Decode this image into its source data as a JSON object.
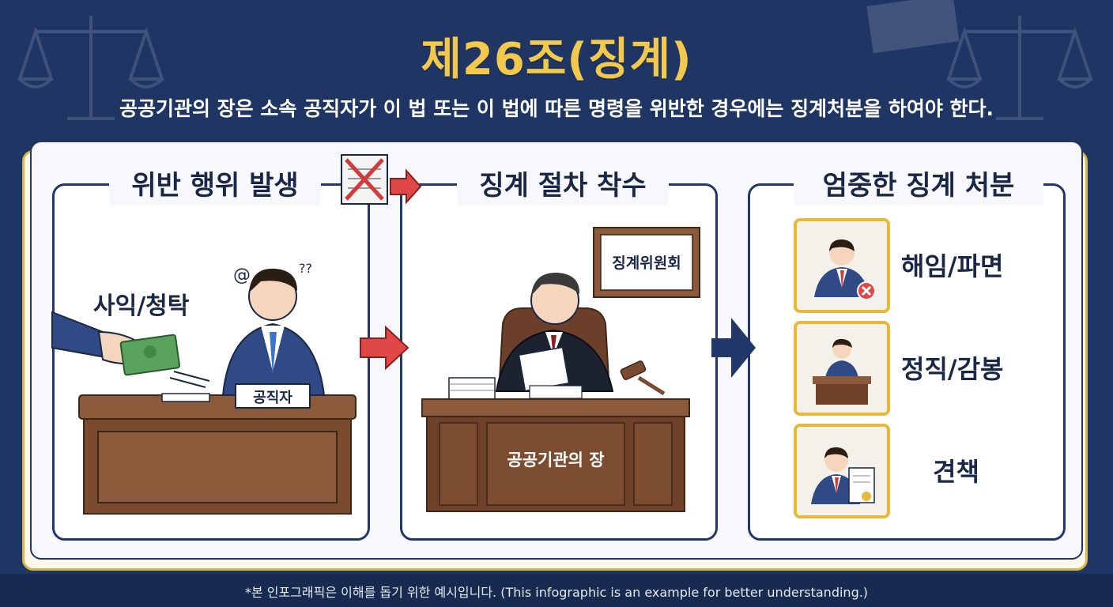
{
  "title": "제26조(징계)",
  "subtitle": "공공기관의 장은 소속  공직자가 이 법 또는 이 법에 따른 명령을 위반한 경우에는 징계처분을 하여야 한다.",
  "panels": [
    {
      "title": "위반 행위 발생",
      "labels": {
        "bribe": "사익/청탁",
        "nameplate": "공직자"
      }
    },
    {
      "title": "징계 절차 착수",
      "labels": {
        "committee": "징계위원회",
        "desk": "공공기관의 장"
      }
    },
    {
      "title": "엄중한 징계 처분",
      "outcomes": [
        "해임/파면",
        "정직/감봉",
        "견책"
      ]
    }
  ],
  "footer": "*본 인포그래픽은 이해를 돕기 위한 예시입니다. (This infographic is an example for better understanding.)",
  "colors": {
    "background": "#1f3563",
    "title": "#f2c94c",
    "accent_red": "#e04848",
    "frame_gold": "#e6b93a"
  }
}
